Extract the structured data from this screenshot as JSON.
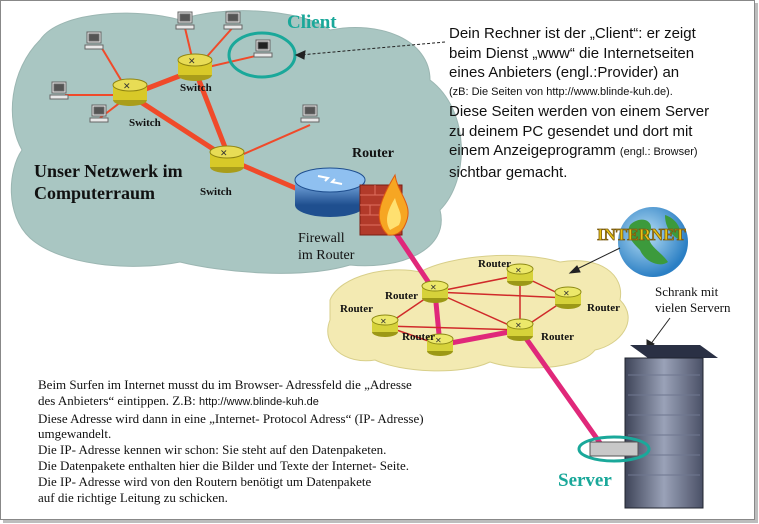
{
  "labels": {
    "client": "Client",
    "server": "Server",
    "network_title_1": "Unser Netzwerk im",
    "network_title_2": "Computerraum",
    "router_main": "Router",
    "firewall_1": "Firewall",
    "firewall_2": "im Router",
    "internet": "INTERNET",
    "schrank_1": "Schrank mit",
    "schrank_2": "vielen Servern",
    "switch": "Switch",
    "router": "Router"
  },
  "description": {
    "line1": "Dein Rechner ist der „Client“: er zeigt",
    "line2": "beim Dienst „www“ die Internetseiten",
    "line3": "eines Anbieters (engl.:Provider) an",
    "line4": "(zB: Die Seiten von http://www.blinde-kuh.de).",
    "line5": "Diese Seiten werden von einem Server",
    "line6": "zu deinem PC gesendet und dort mit",
    "line7a": "einem Anzeigeprogramm ",
    "line7b": "(engl.: Browser)",
    "line8": " sichtbar gemacht."
  },
  "bottom_text": {
    "l1": "Beim Surfen im Internet musst du im Browser- Adressfeld die „Adresse",
    "l2a": "des Anbieters“ eintippen. Z.B: ",
    "l2b": "http://www.blinde-kuh.de",
    "l3": "Diese Adresse wird dann in eine „Internet- Protocol Adress“ (IP- Adresse)",
    "l4": "umgewandelt.",
    "l5": "Die IP- Adresse kennen wir schon: Sie steht auf den Datenpaketen.",
    "l6": "Die Datenpakete enthalten hier die Bilder und Texte der Internet- Seite.",
    "l7": "Die IP- Adresse wird von den Routern benötigt um Datenpakete",
    "l8": "auf die richtige Leitung zu schicken."
  },
  "colors": {
    "lan_cloud": "#a9c6c2",
    "internet_cloud": "#f3eab2",
    "link_lan": "#f04a2a",
    "link_wan": "#e0287a",
    "switch": "#d8c928",
    "router_internet": "#d6d23a",
    "router_main": "#2e6bb0",
    "highlight": "#1aa89a"
  }
}
